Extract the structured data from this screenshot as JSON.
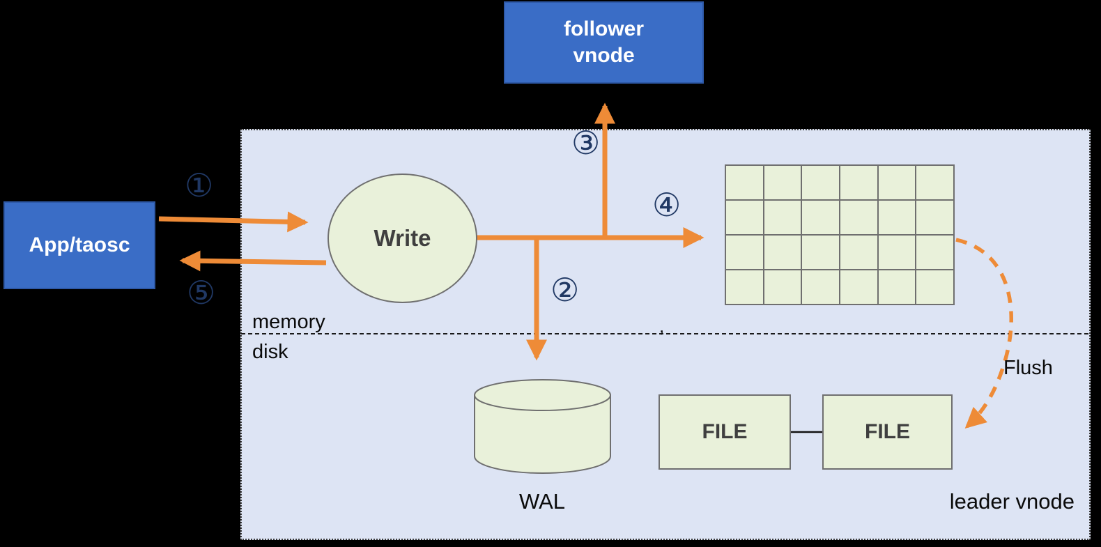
{
  "labels": {
    "follower_line1": "follower",
    "follower_line2": "vnode",
    "app": "App/taosc",
    "write": "Write",
    "memory": "memory",
    "disk": "disk",
    "wal": "WAL",
    "file1": "FILE",
    "file2": "FILE",
    "flush": "Flush",
    "leader": "leader vnode",
    "divider_tick": ","
  },
  "steps": {
    "s1": "①",
    "s2": "②",
    "s3": "③",
    "s4": "④",
    "s5": "⑤"
  },
  "grid": {
    "rows": 4,
    "cols": 6
  },
  "colors": {
    "background": "#000000",
    "container_fill": "#dde4f4",
    "blue_box_fill": "#3a6dc6",
    "green_fill": "#e9f1da",
    "green_border": "#6f6f6f",
    "arrow_orange": "#ee8b37",
    "step_number_navy": "#203864"
  }
}
